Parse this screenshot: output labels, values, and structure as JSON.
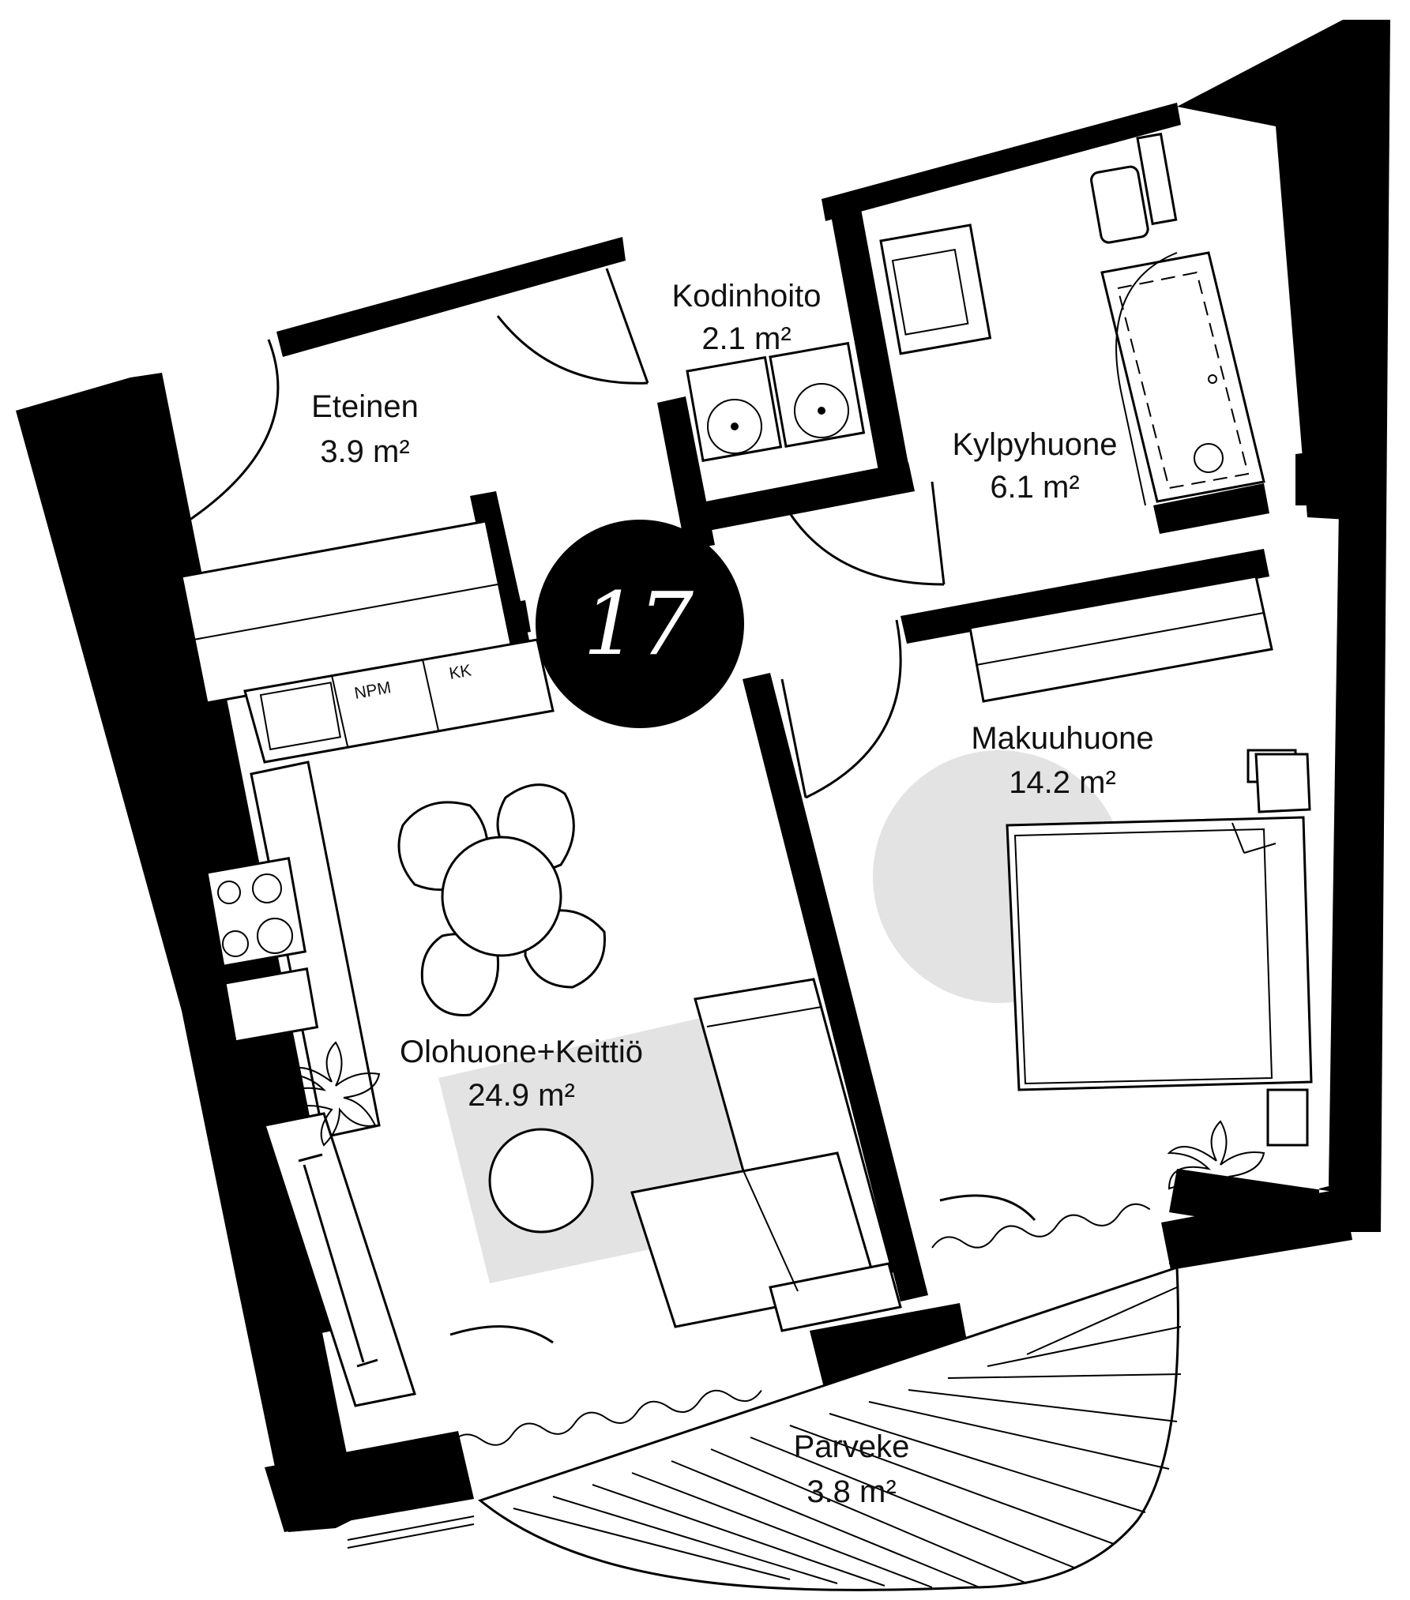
{
  "apartment_number": "17",
  "rooms": {
    "eteinen": {
      "name": "Eteinen",
      "area": "3.9 m²"
    },
    "kodinhoito": {
      "name": "Kodinhoito",
      "area": "2.1 m²"
    },
    "kylpyhuone": {
      "name": "Kylpyhuone",
      "area": "6.1 m²"
    },
    "makuuhuone": {
      "name": "Makuuhuone",
      "area": "14.2 m²"
    },
    "olohuone": {
      "name": "Olohuone+Keittiö",
      "area": "24.9 m²"
    },
    "parveke": {
      "name": "Parveke",
      "area": "3.8 m²"
    }
  },
  "appliances": {
    "npm": "NPM",
    "kk": "KK"
  },
  "colors": {
    "wall": "#000000",
    "rug": "#e3e3e3",
    "floor": "#ffffff"
  }
}
